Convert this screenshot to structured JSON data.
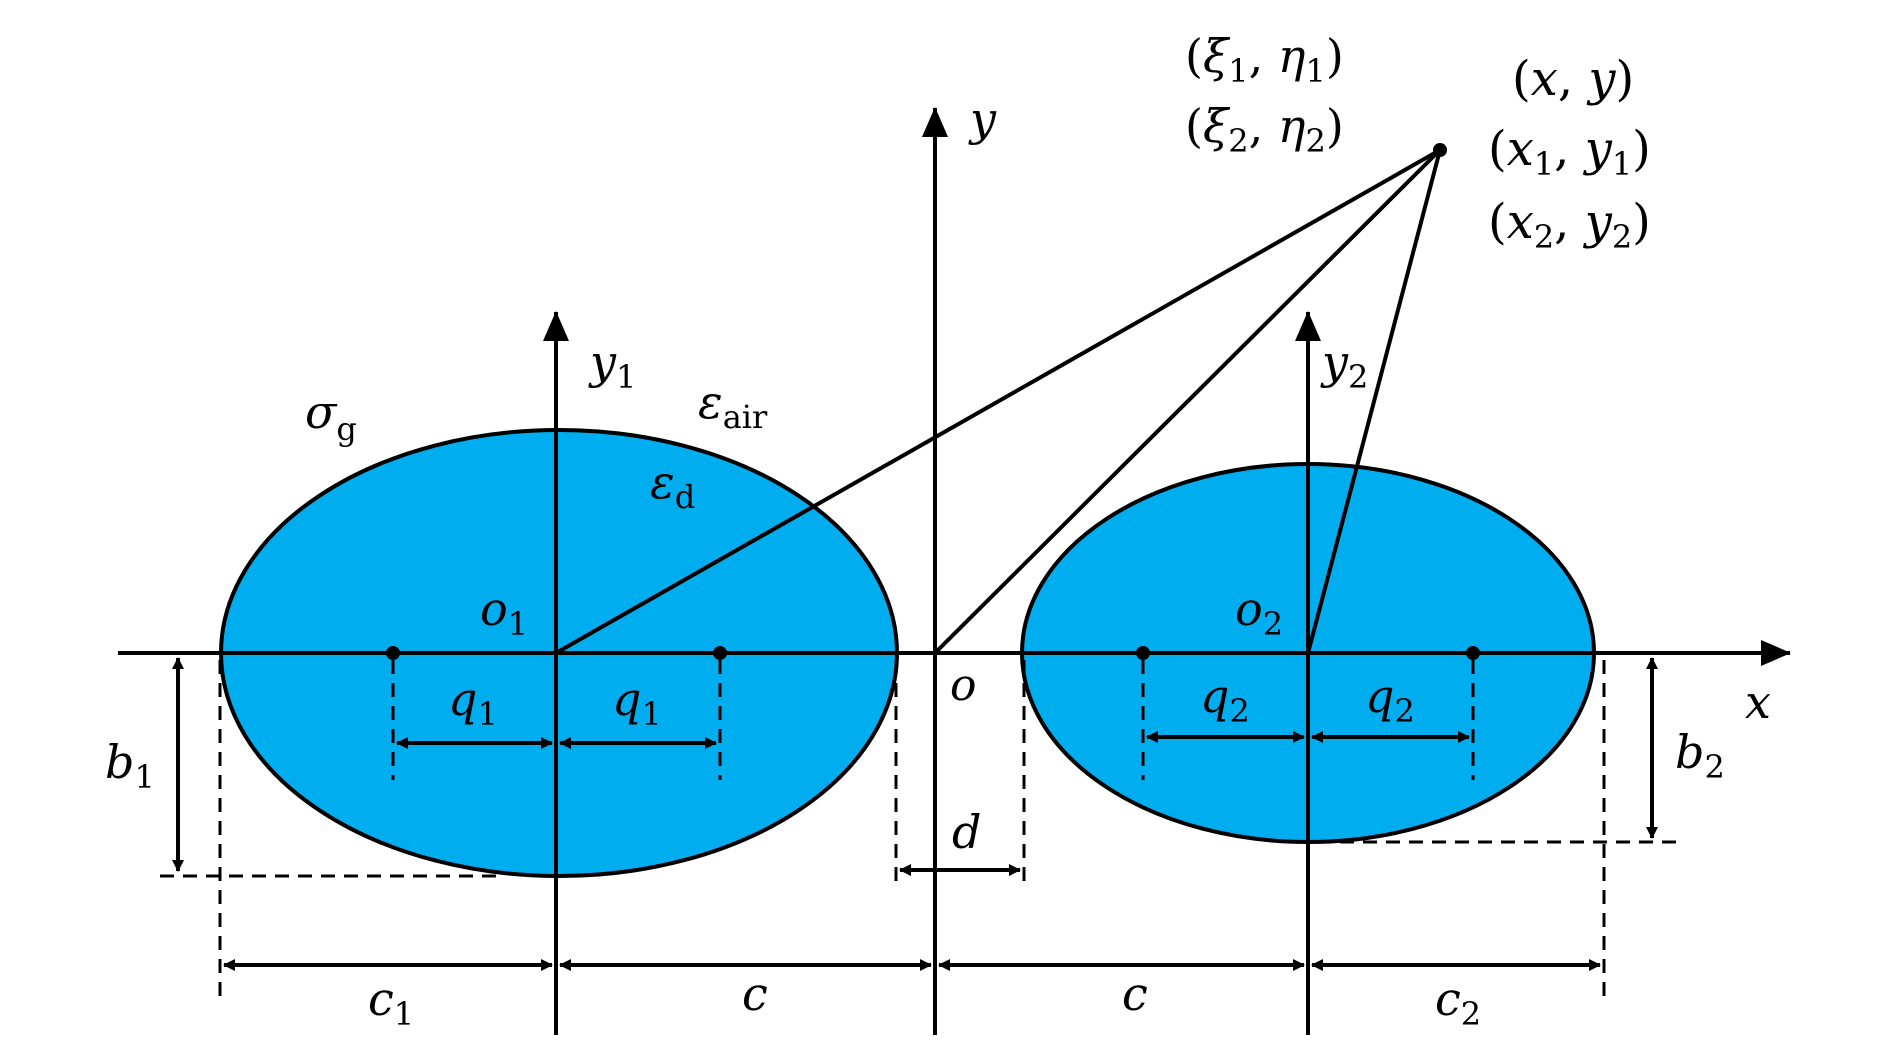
{
  "colors": {
    "ellipse_fill": "#00AEEF",
    "stroke": "#000000",
    "background": "#FFFFFF"
  },
  "labels": {
    "y_axis": "y",
    "x_axis": "x",
    "origin": "o",
    "y1_axis": {
      "base": "y",
      "sub": "1"
    },
    "y2_axis": {
      "base": "y",
      "sub": "2"
    },
    "o1": {
      "base": "o",
      "sub": "1"
    },
    "o2": {
      "base": "o",
      "sub": "2"
    },
    "sigma_g": {
      "base": "σ",
      "sub": "g"
    },
    "eps_air": {
      "base": "ε",
      "sub": "air"
    },
    "eps_d": {
      "base": "ε",
      "sub": "d"
    },
    "q1": {
      "base": "q",
      "sub": "1"
    },
    "q2": {
      "base": "q",
      "sub": "2"
    },
    "b1": {
      "base": "b",
      "sub": "1"
    },
    "b2": {
      "base": "b",
      "sub": "2"
    },
    "c1": {
      "base": "c",
      "sub": "1"
    },
    "c2": {
      "base": "c",
      "sub": "2"
    },
    "c": "c",
    "d": "d",
    "xi1_eta1": {
      "open": "(",
      "a": "ξ",
      "a_sub": "1",
      "sep": ", ",
      "b": "η",
      "b_sub": "1",
      "close": ")"
    },
    "xi2_eta2": {
      "open": "(",
      "a": "ξ",
      "a_sub": "2",
      "sep": ", ",
      "b": "η",
      "b_sub": "2",
      "close": ")"
    },
    "x_y": {
      "open": "(",
      "a": "x",
      "sep": ", ",
      "b": "y",
      "close": ")"
    },
    "x1_y1": {
      "open": "(",
      "a": "x",
      "a_sub": "1",
      "sep": ", ",
      "b": "y",
      "b_sub": "1",
      "close": ")"
    },
    "x2_y2": {
      "open": "(",
      "a": "x",
      "a_sub": "2",
      "sep": ", ",
      "b": "y",
      "b_sub": "2",
      "close": ")"
    }
  }
}
